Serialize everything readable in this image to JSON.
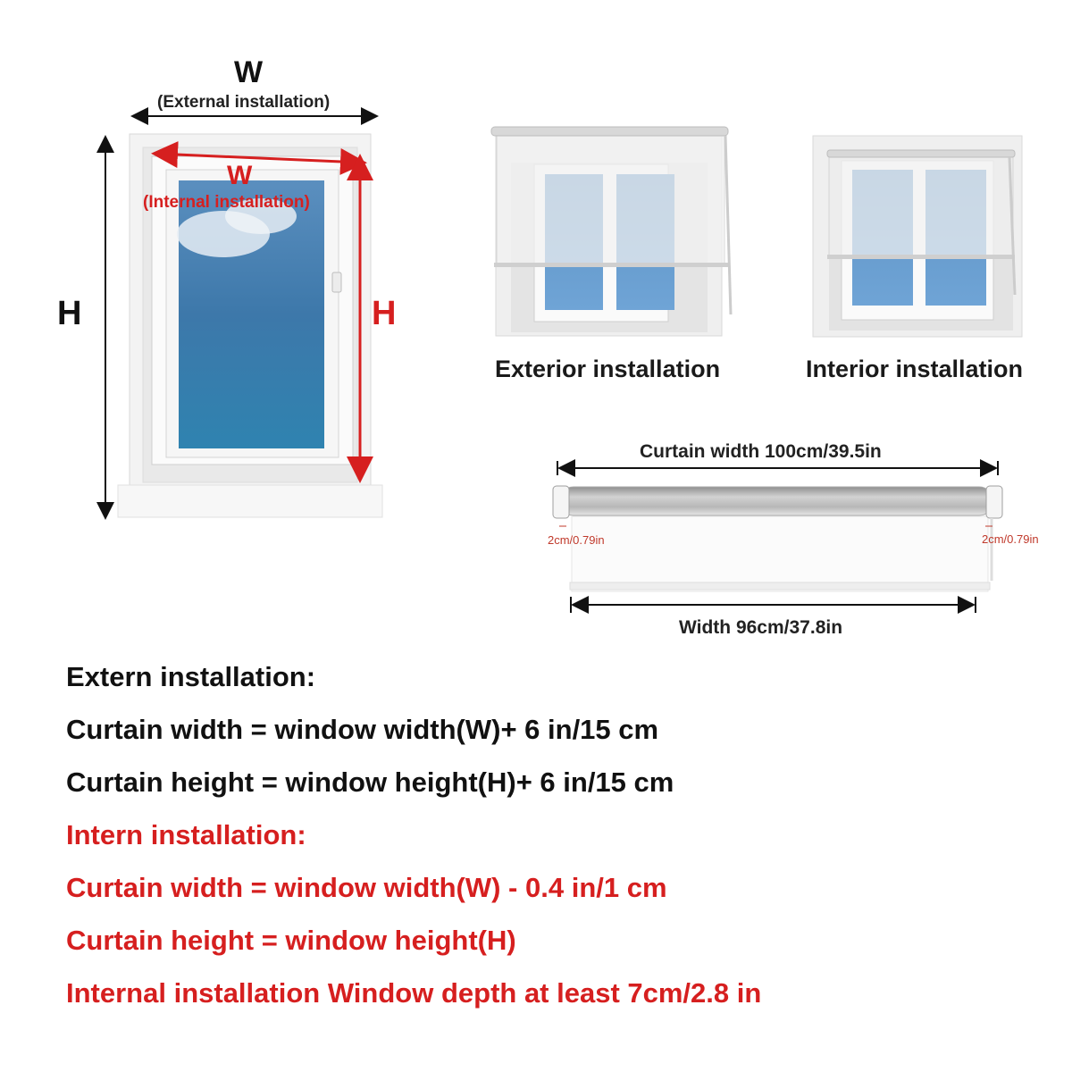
{
  "main_window": {
    "w_label": "W",
    "external_label": "(External installation)",
    "h_left_label": "H",
    "w_internal_label": "W",
    "internal_label": "(Internal installation)",
    "h_right_label": "H"
  },
  "examples": {
    "exterior_caption": "Exterior installation",
    "interior_caption": "Interior installation"
  },
  "roller": {
    "curtain_width": "Curtain width 100cm/39.5in",
    "bracket_left": "2cm/0.79in",
    "bracket_right": "2cm/0.79in",
    "fabric_width": "Width 96cm/37.8in"
  },
  "notes": [
    {
      "text": "Extern installation:",
      "color": "#111111"
    },
    {
      "text": "Curtain width = window width(W)+ 6 in/15 cm",
      "color": "#111111"
    },
    {
      "text": "Curtain height = window height(H)+ 6 in/15 cm",
      "color": "#111111"
    },
    {
      "text": "Intern installation:",
      "color": "#d61f1f"
    },
    {
      "text": "Curtain width = window width(W) - 0.4 in/1 cm",
      "color": "#d61f1f"
    },
    {
      "text": "Curtain height = window height(H)",
      "color": "#d61f1f"
    },
    {
      "text": "Internal installation Window depth at least 7cm/2.8 in",
      "color": "#d61f1f"
    }
  ],
  "colors": {
    "accent_red": "#d61f1f",
    "glass_blue": "#4a86b8",
    "frame": "#f4f4f4"
  }
}
